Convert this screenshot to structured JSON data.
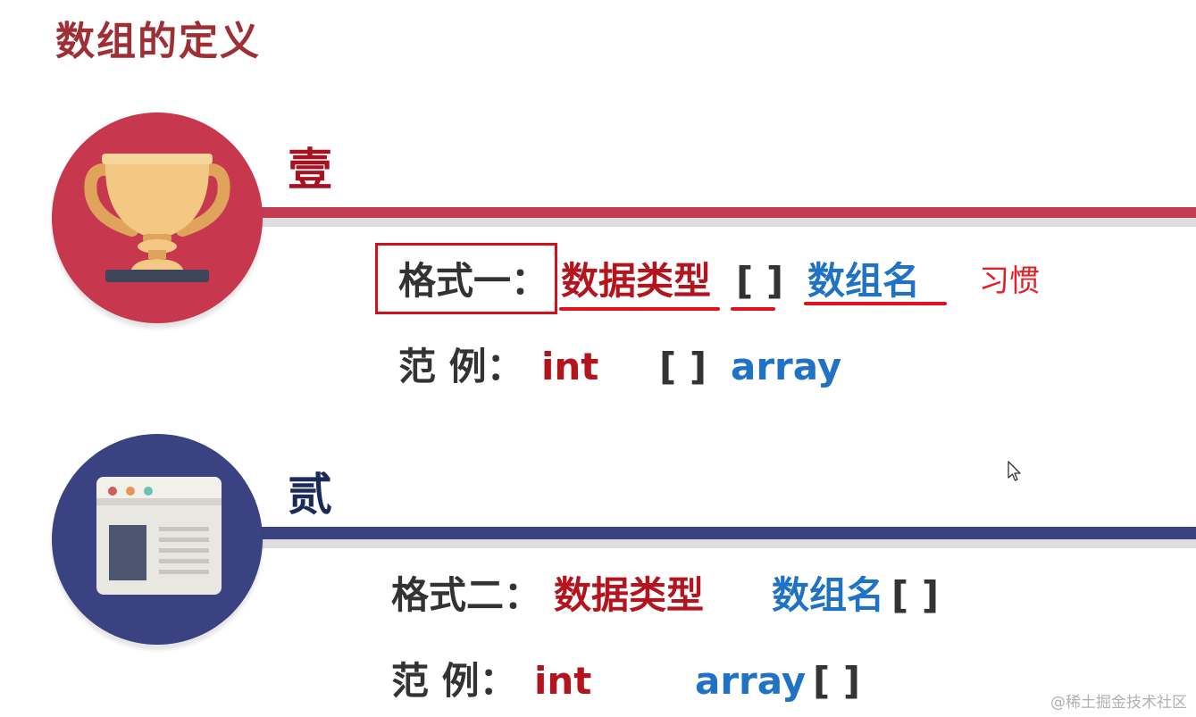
{
  "page": {
    "title": "数组的定义",
    "watermark": "@稀土掘金技术社区"
  },
  "colors": {
    "section1_accent": "#c7374d",
    "section2_accent": "#3a4282",
    "highlight_red": "#b3141d",
    "blue": "#1f72c4",
    "annotation_red": "#e81e25"
  },
  "section1": {
    "number": "壹",
    "icon": "trophy-icon",
    "format_label": "格式一：",
    "format_type": "数据类型",
    "format_brackets": "[ ]",
    "format_name": "数组名",
    "note": "习惯",
    "example_label": "范  例：",
    "example_type": "int",
    "example_brackets": "[ ]",
    "example_name": "array"
  },
  "section2": {
    "number": "贰",
    "icon": "browser-window-icon",
    "format_label": "格式二：",
    "format_type": "数据类型",
    "format_name": "数组名",
    "format_brackets": "[ ]",
    "example_label": "范  例：",
    "example_type": "int",
    "example_name": "array",
    "example_brackets": "[ ]"
  }
}
